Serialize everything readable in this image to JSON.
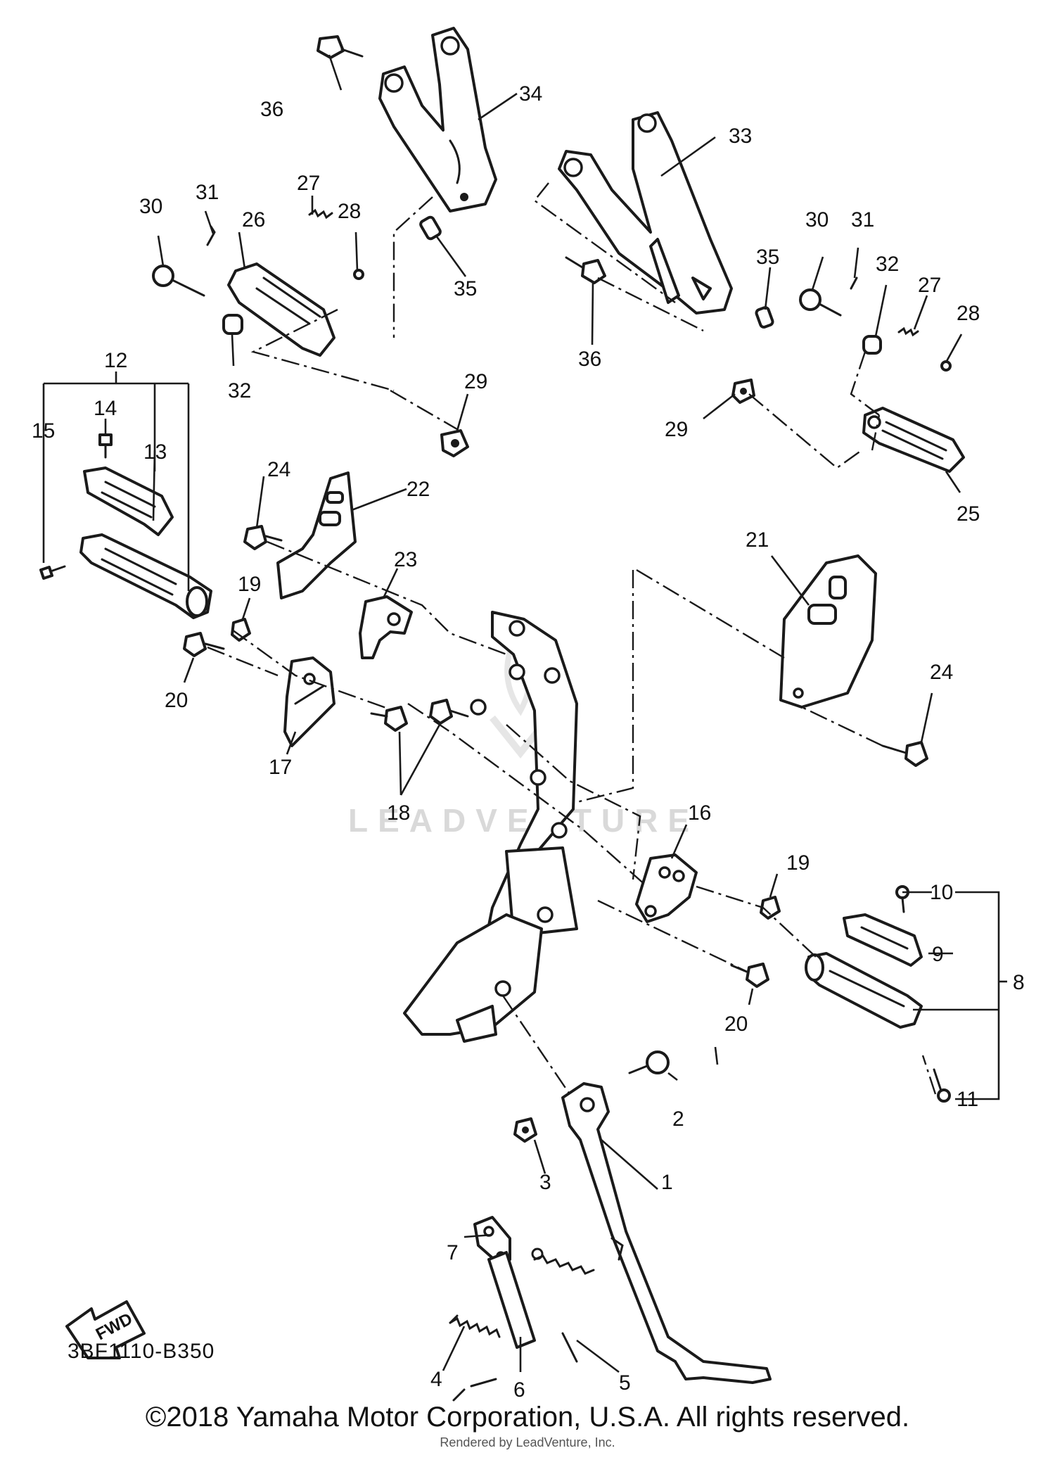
{
  "watermark": "LEADVENTURE",
  "reference_code": "3BF1110-B350",
  "fwd_label": "FWD",
  "copyright": "©2018 Yamaha Motor Corporation, U.S.A. All rights reserved.",
  "rendered_by": "Rendered by LeadVenture, Inc.",
  "callouts": {
    "c1": "1",
    "c2": "2",
    "c3": "3",
    "c4": "4",
    "c5": "5",
    "c6": "6",
    "c7": "7",
    "c8": "8",
    "c9": "9",
    "c10": "10",
    "c11": "11",
    "c12": "12",
    "c13": "13",
    "c14": "14",
    "c15": "15",
    "c16": "16",
    "c17": "17",
    "c18": "18",
    "c19a": "19",
    "c19b": "19",
    "c20a": "20",
    "c20b": "20",
    "c21": "21",
    "c22": "22",
    "c23": "23",
    "c24a": "24",
    "c24b": "24",
    "c25": "25",
    "c26": "26",
    "c27a": "27",
    "c27b": "27",
    "c28a": "28",
    "c28b": "28",
    "c29a": "29",
    "c29b": "29",
    "c30a": "30",
    "c30b": "30",
    "c31a": "31",
    "c31b": "31",
    "c32a": "32",
    "c32b": "32",
    "c33": "33",
    "c34": "34",
    "c35a": "35",
    "c35b": "35",
    "c36a": "36",
    "c36b": "36"
  }
}
